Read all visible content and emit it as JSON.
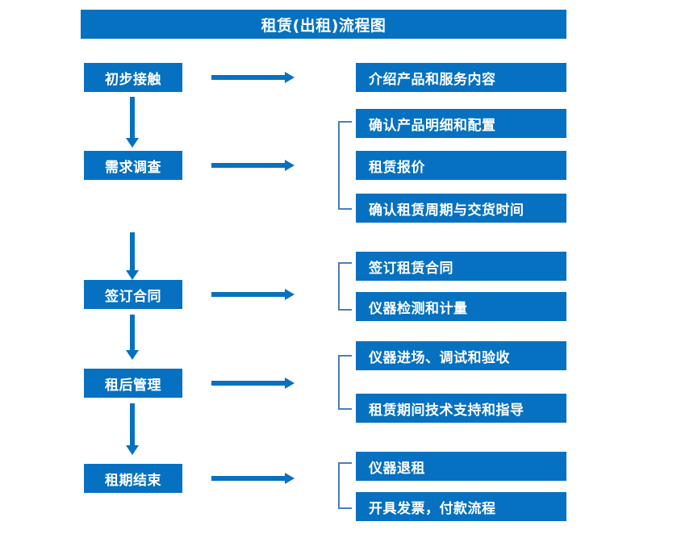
{
  "title": "租赁(出租)流程图",
  "theme": {
    "box_fill": "#0671C0",
    "box_text": "#FFFFFF",
    "arrow_color": "#0671C0",
    "bracket_color": "#4A7EBB",
    "background": "#FFFFFF"
  },
  "stages": [
    {
      "label": "初步接触",
      "details": [
        "介绍产品和服务内容"
      ]
    },
    {
      "label": "需求调查",
      "details": [
        "确认产品明细和配置",
        "租赁报价",
        "确认租赁周期与交货时间"
      ]
    },
    {
      "label": "签订合同",
      "details": [
        "签订租赁合同",
        "仪器检测和计量"
      ]
    },
    {
      "label": "租后管理",
      "details": [
        "仪器进场、调试和验收",
        "租赁期间技术支持和指导"
      ]
    },
    {
      "label": "租期结束",
      "details": [
        "仪器退租",
        "开具发票，付款流程"
      ]
    }
  ],
  "details_flat": [
    "介绍产品和服务内容",
    "确认产品明细和配置",
    "租赁报价",
    "确认租赁周期与交货时间",
    "签订租赁合同",
    "仪器检测和计量",
    "仪器进场、调试和验收",
    "租赁期间技术支持和指导",
    "仪器退租",
    "开具发票，付款流程"
  ]
}
